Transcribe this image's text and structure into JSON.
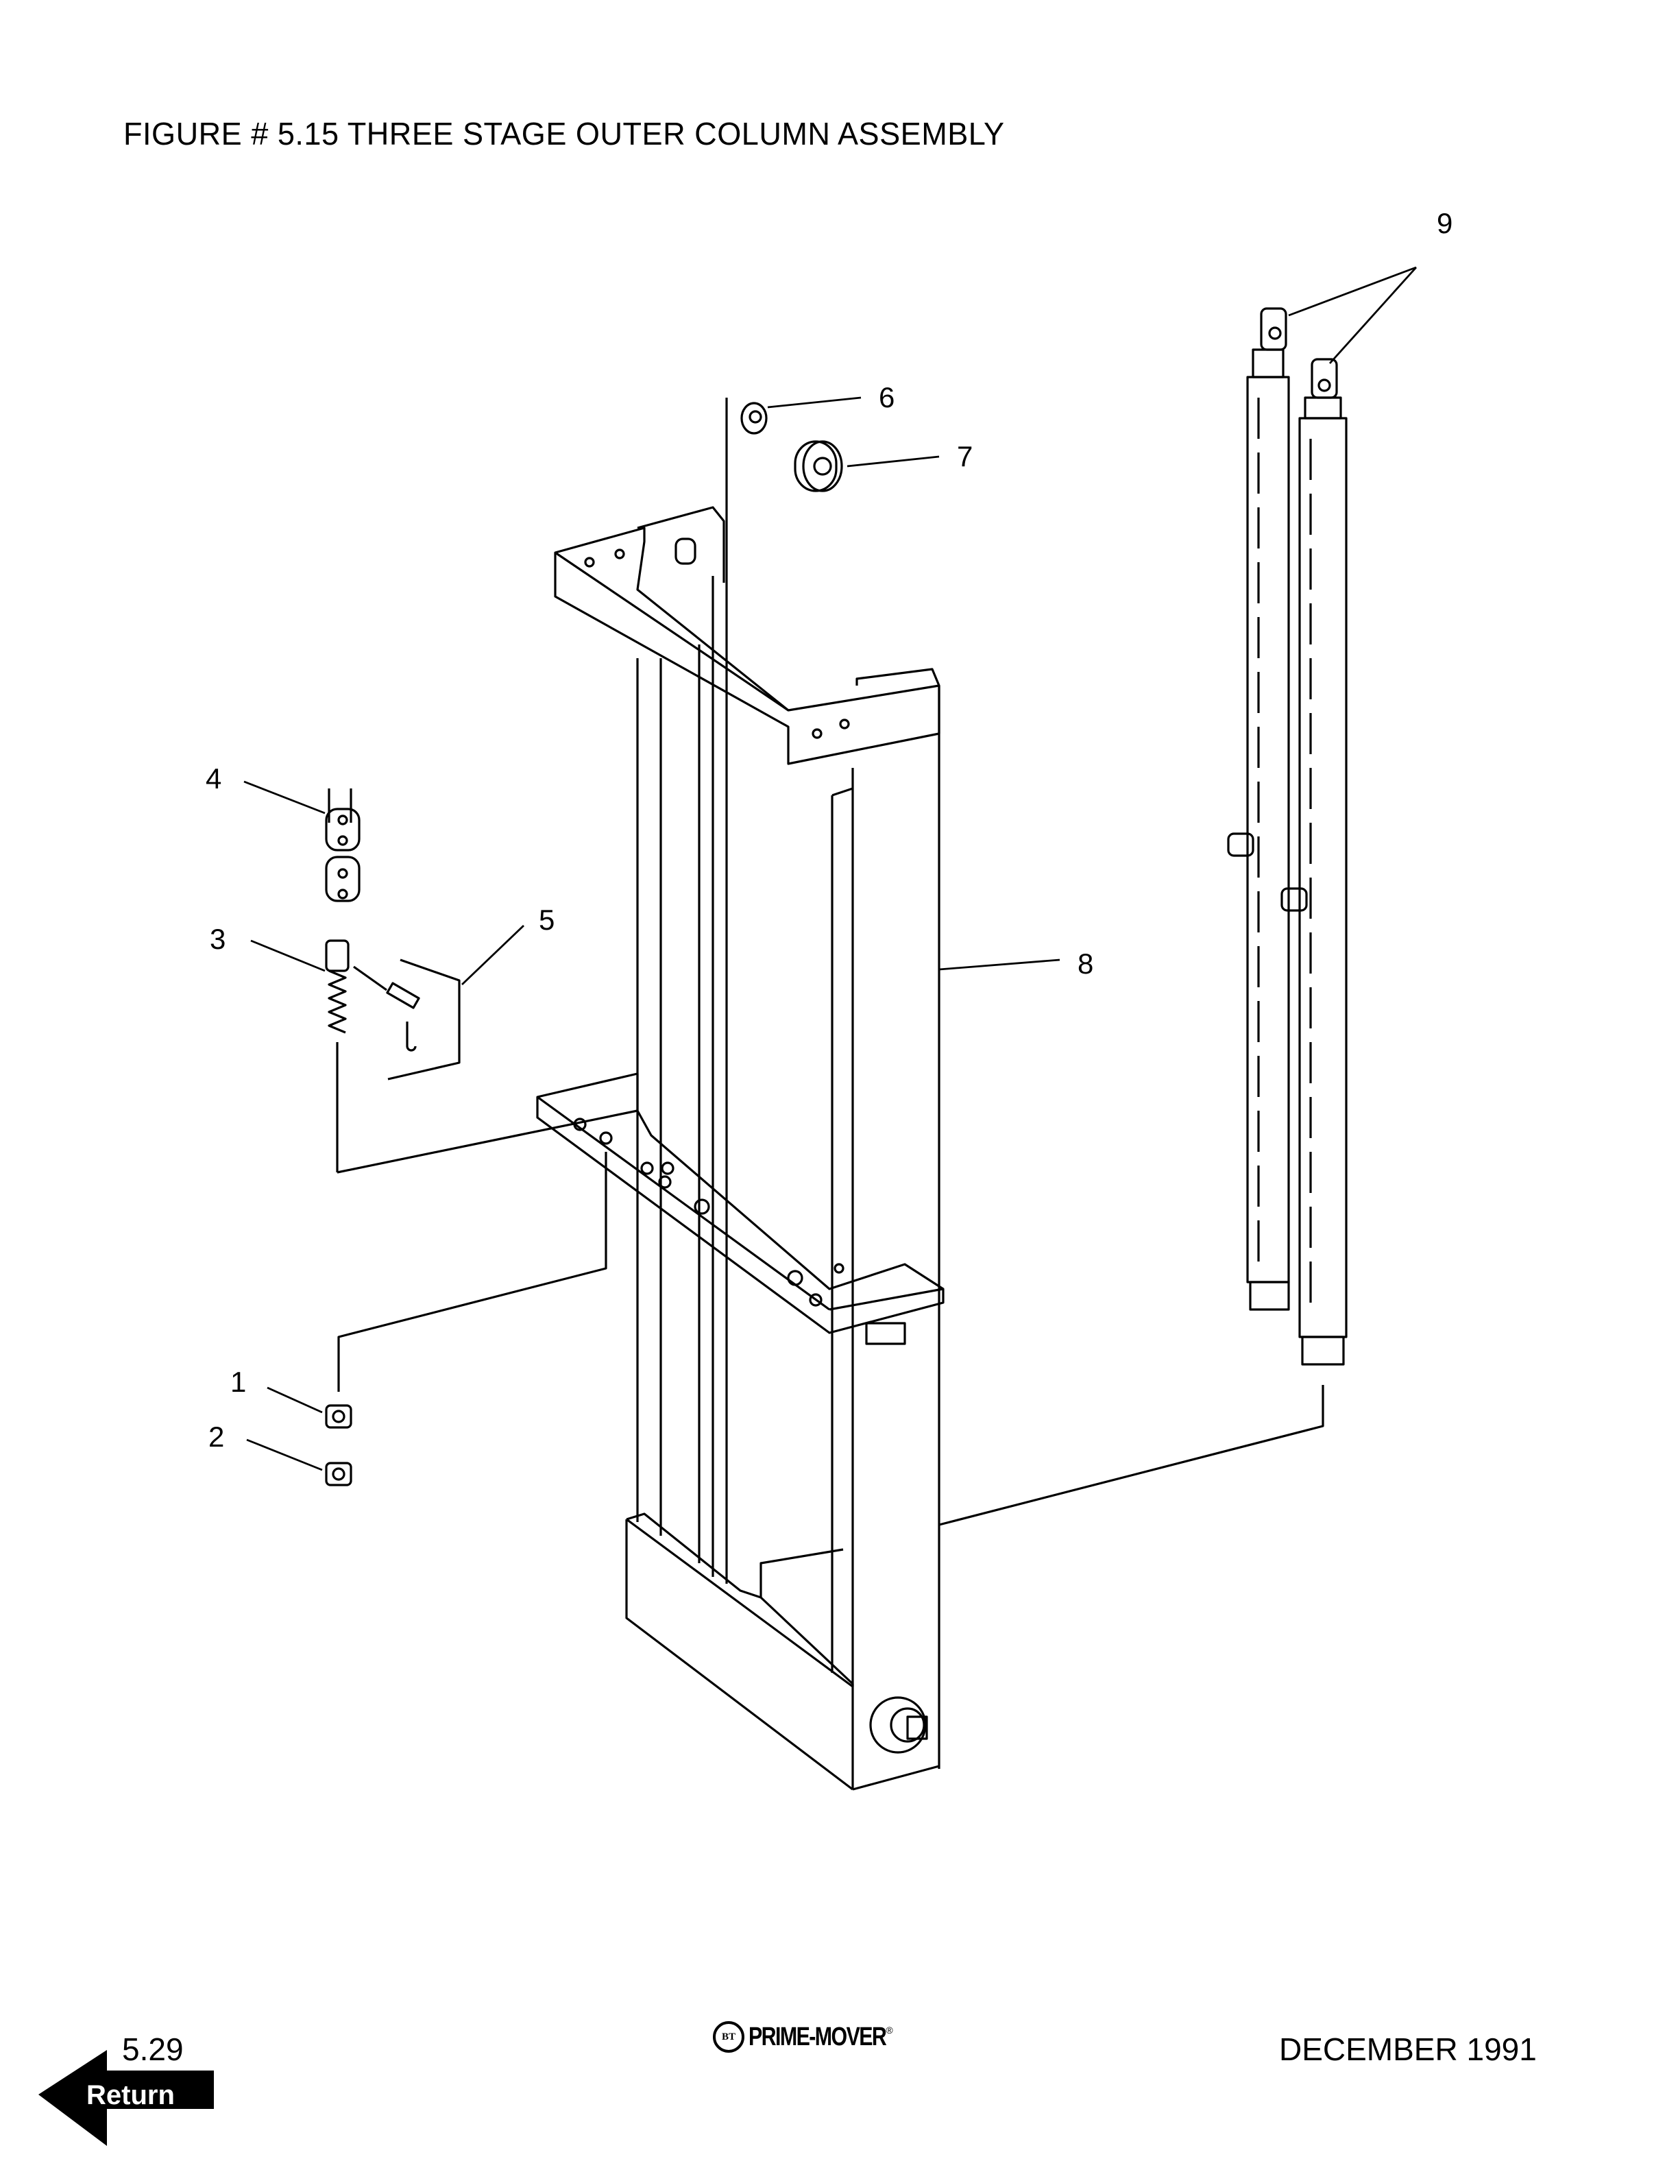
{
  "header": {
    "title": "FIGURE # 5.15  THREE STAGE OUTER COLUMN ASSEMBLY"
  },
  "callouts": [
    "1",
    "2",
    "3",
    "4",
    "5",
    "6",
    "7",
    "8",
    "9"
  ],
  "footer": {
    "page": "5.29",
    "brand": "PRIME-MOVER",
    "brand_mark": "BT",
    "date": "DECEMBER 1991",
    "return_label": "Return"
  },
  "icons": {
    "return": "left-arrow-icon"
  }
}
